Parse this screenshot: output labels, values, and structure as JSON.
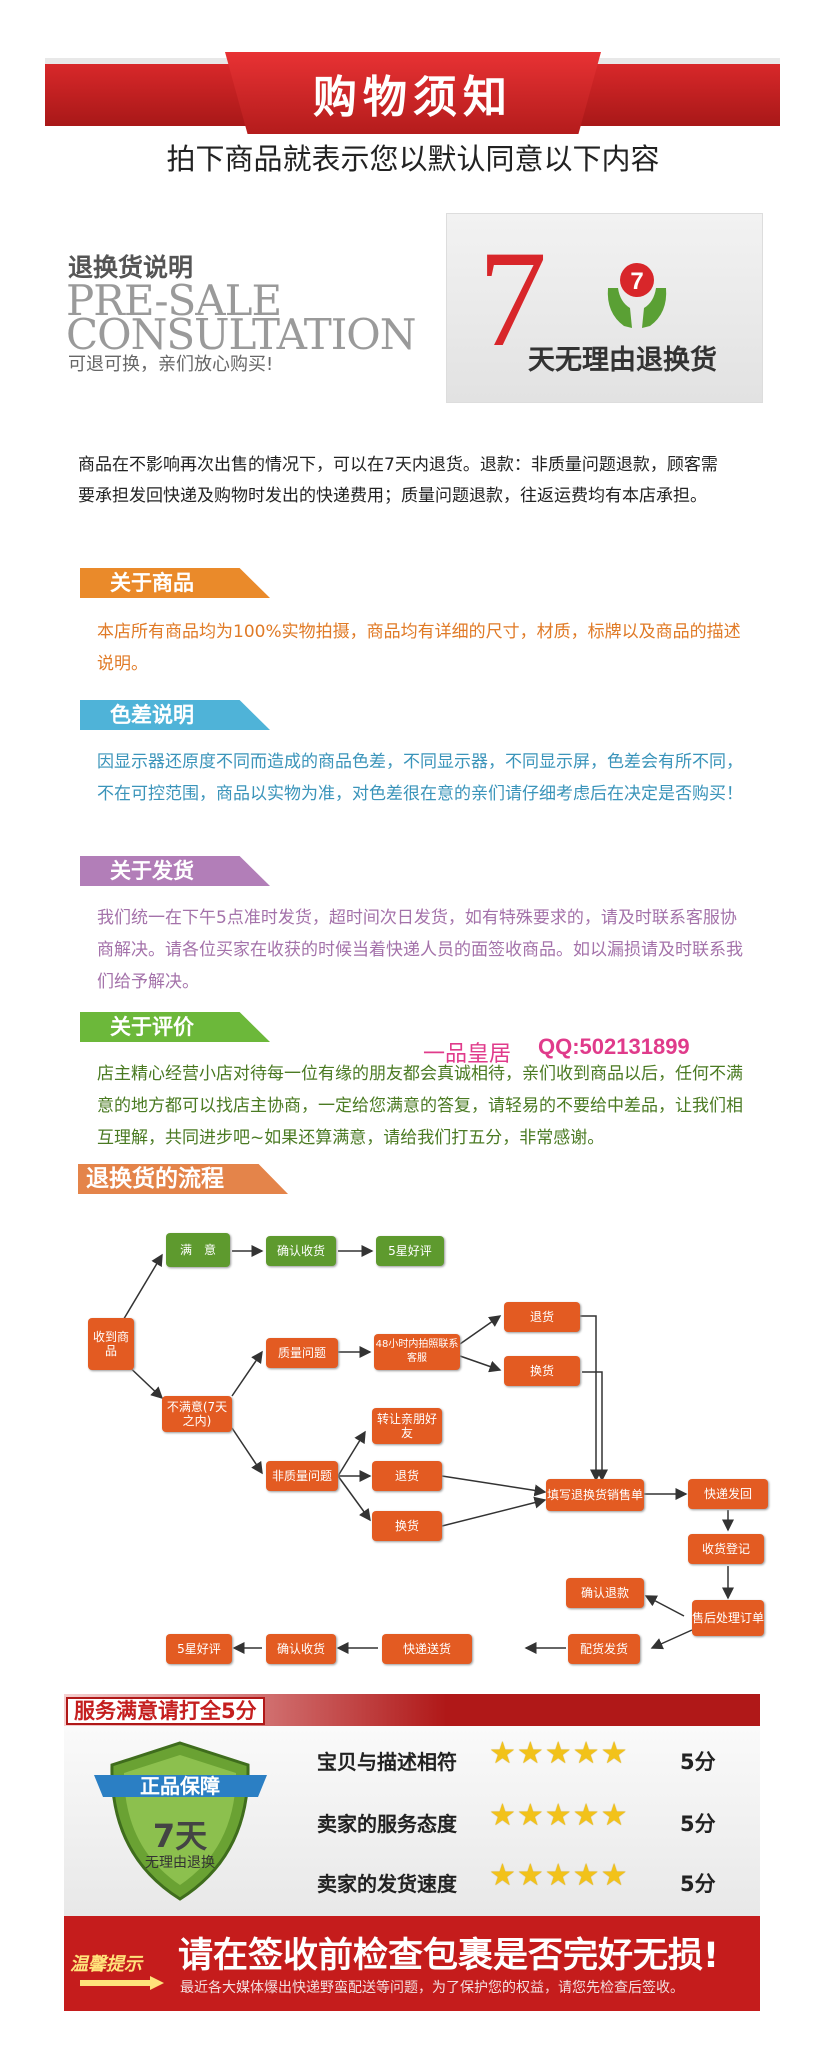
{
  "banner": {
    "title": "购物须知",
    "subtitle": "拍下商品就表示您以默认同意以下内容"
  },
  "returns": {
    "title": "退换货说明",
    "en_line1": "PRE-SALE",
    "en_line2": "CONSULTATION",
    "note": "可退可换，亲们放心购买!",
    "seven": "7",
    "seven_text": "天无理由退换货",
    "badge_num": "7"
  },
  "intro": "商品在不影响再次出售的情况下，可以在7天内退货。退款：非质量问题退款，顾客需要承担发回快递及购物时发出的快递费用；质量问题退款，往返运费均有本店承担。",
  "sections": {
    "goods": {
      "label": "关于商品",
      "text": "本店所有商品均为100%实物拍摄，商品均有详细的尺寸，材质，标牌以及商品的描述说明。"
    },
    "color": {
      "label": "色差说明",
      "text": "因显示器还原度不同而造成的商品色差，不同显示器，不同显示屏，色差会有所不同，不在可控范围，商品以实物为准，对色差很在意的亲们请仔细考虑后在决定是否购买！"
    },
    "ship": {
      "label": "关于发货",
      "text": "我们统一在下午5点准时发货，超时间次日发货，如有特殊要求的，请及时联系客服协商解决。请各位买家在收获的时候当着快递人员的面签收商品。如以漏损请及时联系我们给予解决。"
    },
    "review": {
      "label": "关于评价",
      "text": "店主精心经营小店对待每一位有缘的朋友都会真诚相待，亲们收到商品以后，任何不满意的地方都可以找店主协商，一定给您满意的答复，请轻易的不要给中差品，让我们相互理解，共同进步吧~如果还算满意，请给我们打五分，非常感谢。"
    },
    "flow": {
      "label": "退换货的流程"
    }
  },
  "shop": {
    "name": "一品皇居",
    "qq": "QQ:502131899"
  },
  "flow_nodes": {
    "received": "收到商品",
    "satisfied": "满　意",
    "confirm1": "确认收货",
    "five1": "5星好评",
    "unsatisfied": "不满意(7天之内)",
    "quality": "质量问题",
    "contact48": "48小时内拍照联系客服",
    "return1": "退货",
    "exchange1": "换货",
    "nonquality": "非质量问题",
    "transfer": "转让亲朋好友",
    "return2": "退货",
    "exchange2": "换货",
    "form": "填写退换货销售单",
    "express_back": "快递发回",
    "register": "收货登记",
    "aftersale": "售后处理订单",
    "confirm_refund": "确认退款",
    "ship_out": "配货发货",
    "express_send": "快递送货",
    "confirm2": "确认收货",
    "five2": "5星好评"
  },
  "rating": {
    "header": "服务满意请打全5分",
    "shield_top": "正品保障",
    "shield_num": "7天",
    "shield_bottom": "无理由退换",
    "rows": [
      {
        "label": "宝贝与描述相符",
        "stars": 5,
        "score": "5分"
      },
      {
        "label": "卖家的服务态度",
        "stars": 5,
        "score": "5分"
      },
      {
        "label": "卖家的发货速度",
        "stars": 5,
        "score": "5分"
      }
    ]
  },
  "warning": {
    "label": "温馨提示",
    "big": "请在签收前检查包裹是否完好无损!",
    "small": "最近各大媒体爆出快递野蛮配送等问题，为了保护您的权益，请您先检查后签收。"
  },
  "colors": {
    "red": "#c51c1c",
    "orange": "#ea8a2a",
    "blue": "#4fb3d8",
    "purple": "#b27eb8",
    "green": "#6cb83a",
    "flow_orange": "#e35b22",
    "flow_green": "#5e9a2e"
  }
}
